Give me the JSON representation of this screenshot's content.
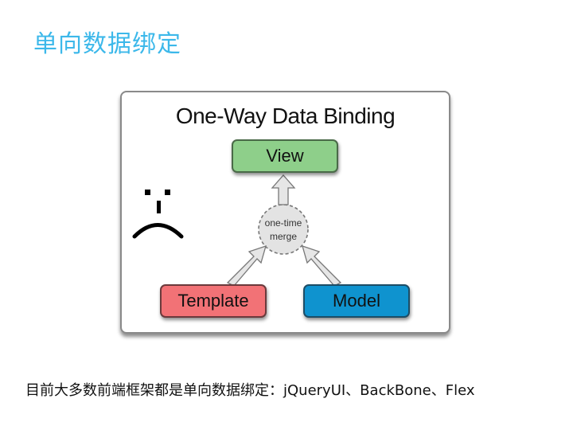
{
  "slide": {
    "title": "单向数据绑定",
    "title_color": "#3cb8ea",
    "caption": "目前大多数前端框架都是单向数据绑定：jQueryUI、BackBone、Flex"
  },
  "diagram": {
    "title": "One-Way Data Binding",
    "nodes": {
      "view": {
        "label": "View",
        "color": "#8ecf8a"
      },
      "template": {
        "label": "Template",
        "color": "#f27276"
      },
      "model": {
        "label": "Model",
        "color": "#0f93cf"
      }
    },
    "merge": {
      "line1": "one-time",
      "line2": "merge"
    },
    "edges": [
      {
        "from": "template",
        "to": "merge"
      },
      {
        "from": "model",
        "to": "merge"
      },
      {
        "from": "merge",
        "to": "view"
      }
    ],
    "emoticon": "sad-face"
  }
}
